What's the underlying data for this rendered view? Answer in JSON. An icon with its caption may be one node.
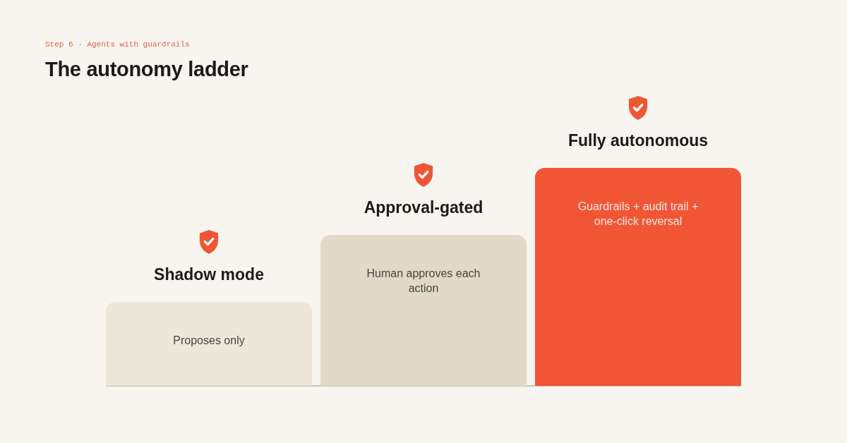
{
  "diagram": {
    "title": "The autonomy ladder",
    "nodes": [
      {
        "text": [
          "Shadow mode",
          "Proposes only"
        ]
      },
      {
        "text": [
          "Approval-gated",
          "Human approves each action"
        ]
      },
      {
        "text": [
          "Fully autonomous",
          "Guardrails + audit trail + one-click reversal"
        ]
      }
    ],
    "edges": [],
    "labels": [
      "Step 6 · Agents with guardrails"
    ]
  }
}
